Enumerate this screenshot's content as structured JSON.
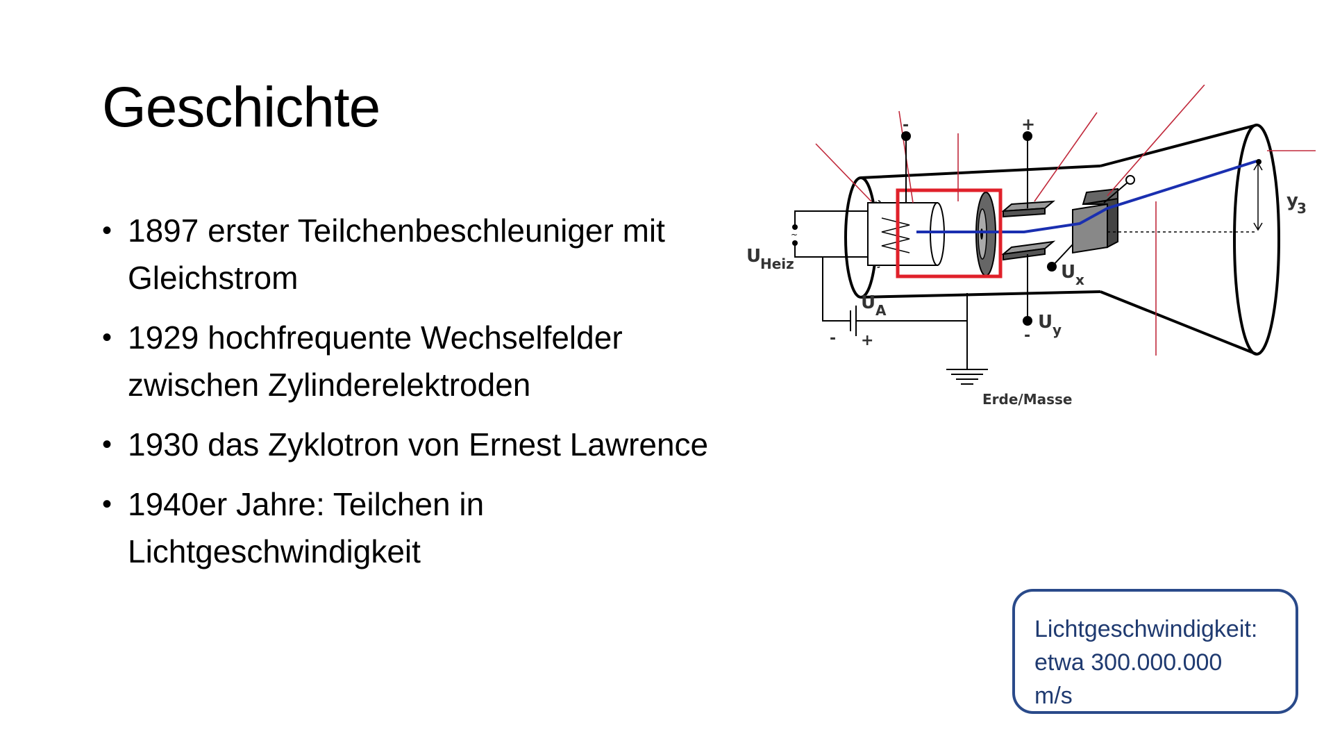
{
  "slide": {
    "title": "Geschichte",
    "bullets": [
      {
        "marker": "•",
        "text": "1897 erster Teilchenbeschleuniger mit Gleichstrom"
      },
      {
        "marker": "•",
        "text": "1929 hochfrequente Wechselfelder zwischen Zylinderelektroden"
      },
      {
        "marker": "•",
        "text": "1930 das Zyklotron von Ernest Lawrence"
      },
      {
        "marker": "•",
        "text": "1940er Jahre: Teilchen in Lichtgeschwindigkeit"
      }
    ],
    "callout": {
      "line1": "Lichtgeschwindigkeit:",
      "line2": "etwa 300.000.000",
      "line3": "m/s"
    }
  },
  "diagram": {
    "labels": {
      "u_heiz_main": "U",
      "u_heiz_sub": "Heiz",
      "u_a_main": "U",
      "u_a_sub": "A",
      "u_x_main": "U",
      "u_x_sub": "x",
      "u_y_main": "U",
      "u_y_sub": "y",
      "y3_main": "y",
      "y3_sub": "3",
      "ground": "Erde/Masse",
      "minus_top": "-",
      "plus_top": "+",
      "minus_bottom": "-",
      "plus_bottom": "+",
      "minus_uy": "-"
    },
    "colors": {
      "outline": "#000000",
      "beam": "#1a2fb0",
      "highlight": "#e0202a",
      "arrows": "#c0283a",
      "callout_border": "#2a4a8a",
      "callout_text": "#1f3a70"
    }
  }
}
